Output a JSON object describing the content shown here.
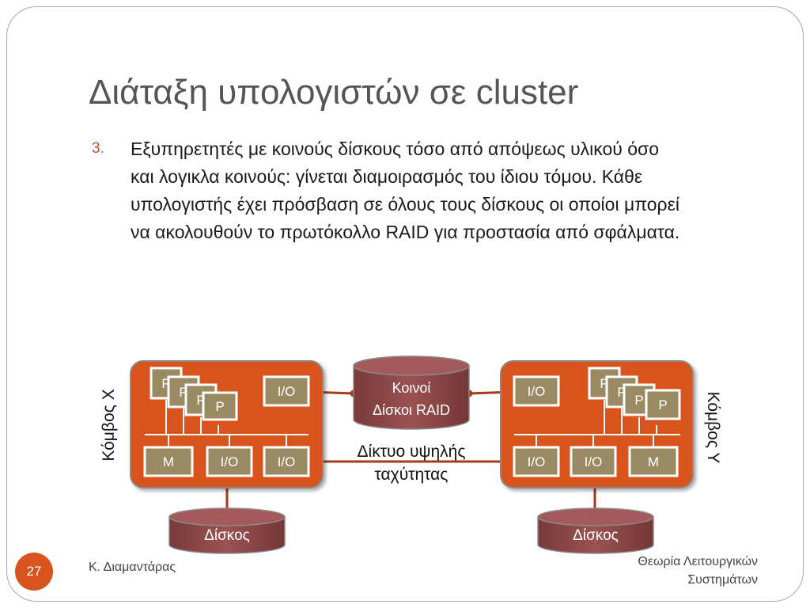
{
  "slide": {
    "title": "Διάταξη υπολογιστών σε cluster",
    "bullet_number": "3.",
    "bullet_lines": [
      "Εξυπηρετητές με κοινούς δίσκους τόσο από απόψεως υλικού όσο",
      "και λογικλα κοινούς: γίνεται διαμοιρασμός του ίδιου τόμου. Κάθε",
      "υπολογιστής έχει πρόσβαση σε όλους τους δίσκους οι οποίοι μπορεί",
      "να ακολουθούν το πρωτόκολλο RAID για προστασία από σφάλματα."
    ]
  },
  "diagram": {
    "node_x_label": "Κόμβος Χ",
    "node_y_label": "Κόμβος Υ",
    "processor_label": "P",
    "io_label": "I/O",
    "memory_label": "M",
    "raid_line1": "Κοινοί",
    "raid_line2": "Δίσκοι RAID",
    "disk_label": "Δίσκος",
    "network_line1": "Δίκτυο υψηλής",
    "network_line2": "ταχύτητας",
    "colors": {
      "node_fill": "#d9531e",
      "node_border": "#8a8a8a",
      "box_fill": "#998a63",
      "cylinder_fill": "#8b4646",
      "link": "#a53a18"
    }
  },
  "footer": {
    "page_number": "27",
    "author": "Κ. Διαμαντάρας",
    "course_line1": "Θεωρία Λειτουργικών",
    "course_line2": "Συστημάτων"
  }
}
